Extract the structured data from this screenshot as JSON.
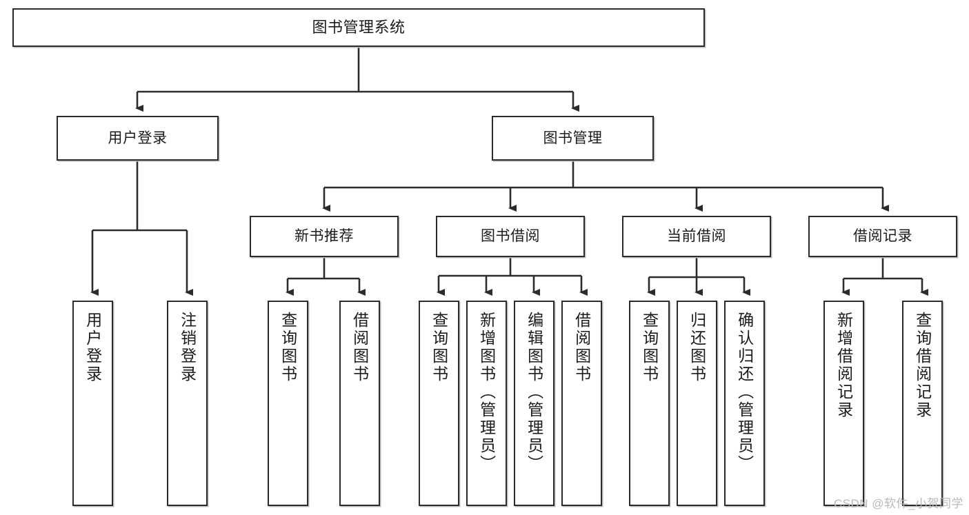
{
  "diagram": {
    "title": "图书管理系统",
    "type": "tree-hierarchy",
    "watermark": "CSDN @软件_小贺同学",
    "colors": {
      "box_border": "#2b2b2b",
      "box_fill": "#ffffff",
      "edge": "#333333",
      "watermark": "#b9b9b9"
    },
    "nodes": {
      "root": {
        "label": "图书管理系统"
      },
      "level2": [
        {
          "label": "用户登录"
        },
        {
          "label": "图书管理"
        }
      ],
      "level3": [
        {
          "label": "新书推荐"
        },
        {
          "label": "图书借阅"
        },
        {
          "label": "当前借阅"
        },
        {
          "label": "借阅记录"
        }
      ],
      "leaves": {
        "user_login": [
          {
            "label": "用户登录"
          },
          {
            "label": "注销登录"
          }
        ],
        "new_book": [
          {
            "label": "查询图书"
          },
          {
            "label": "借阅图书"
          }
        ],
        "book_borrow": [
          {
            "label": "查询图书"
          },
          {
            "label": "新增图书（管理员）"
          },
          {
            "label": "编辑图书（管理员）"
          },
          {
            "label": "借阅图书"
          }
        ],
        "current_borrow": [
          {
            "label": "查询图书"
          },
          {
            "label": "归还图书"
          },
          {
            "label": "确认归还（管理员）"
          }
        ],
        "borrow_record": [
          {
            "label": "新增借阅记录"
          },
          {
            "label": "查询借阅记录"
          }
        ]
      }
    }
  }
}
